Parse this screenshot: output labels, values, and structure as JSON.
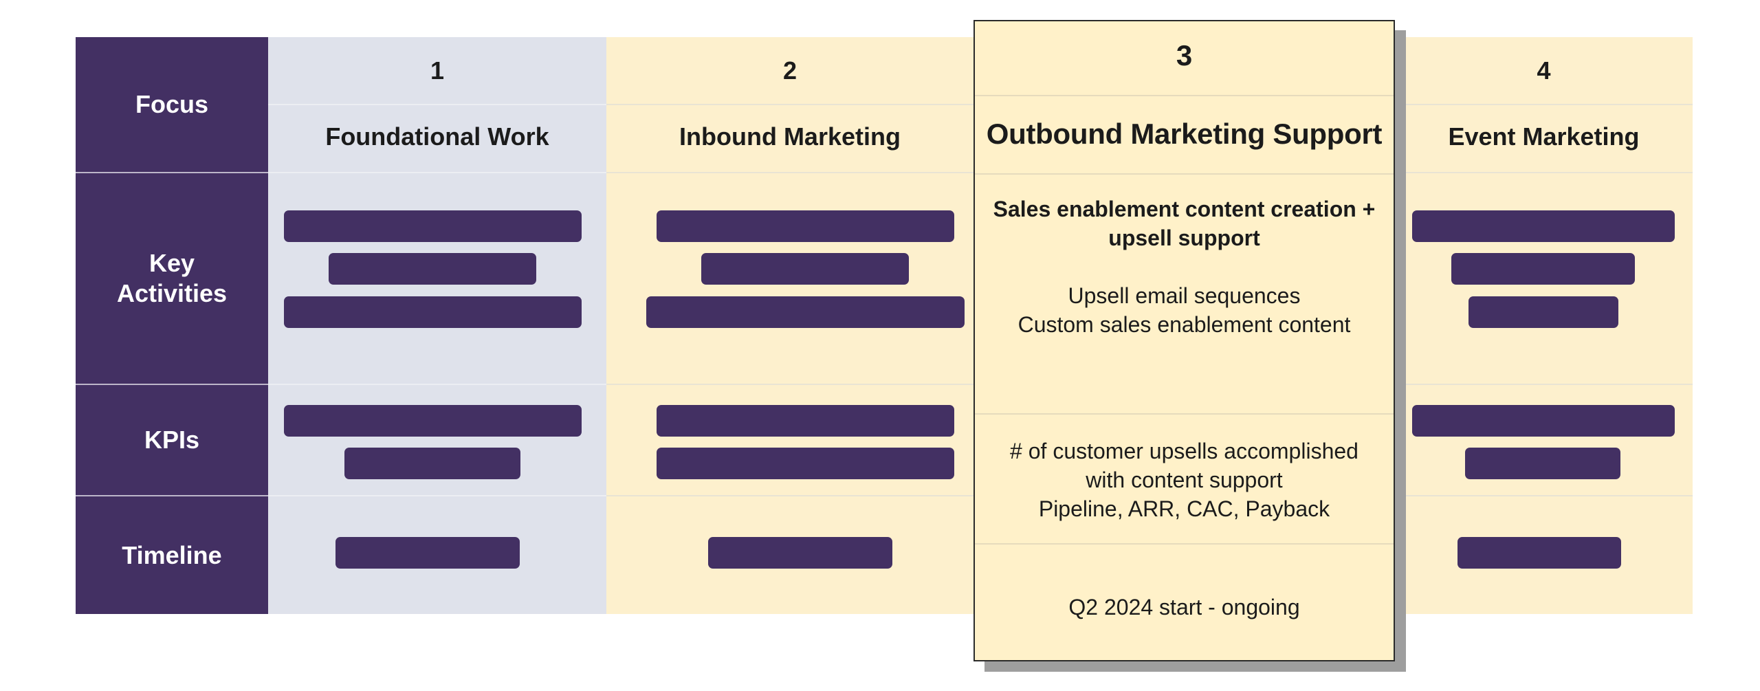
{
  "row_headers": {
    "focus": "Focus",
    "key_activities_1": "Key",
    "key_activities_2": "Activities",
    "kpis": "KPIs",
    "timeline": "Timeline"
  },
  "columns": [
    {
      "number": "1",
      "title": "Foundational Work"
    },
    {
      "number": "2",
      "title": "Inbound Marketing"
    },
    {
      "number": "4",
      "title": "Event Marketing"
    }
  ],
  "highlight": {
    "number": "3",
    "title": "Outbound Marketing Support",
    "activities_heading_1": "Sales enablement content creation +",
    "activities_heading_2": "upsell support",
    "activities_1": "Upsell email sequences",
    "activities_2": "Custom sales enablement content",
    "kpis_1": "# of customer upsells accomplished",
    "kpis_2": "with content support",
    "kpis_3": "Pipeline, ARR, CAC, Payback",
    "timeline": "Q2 2024 start - ongoing"
  },
  "colors": {
    "header_purple": "#433063",
    "column_gray": "#dfe2eb",
    "column_cream": "#fdf0cd",
    "redaction_bar": "#433063"
  }
}
